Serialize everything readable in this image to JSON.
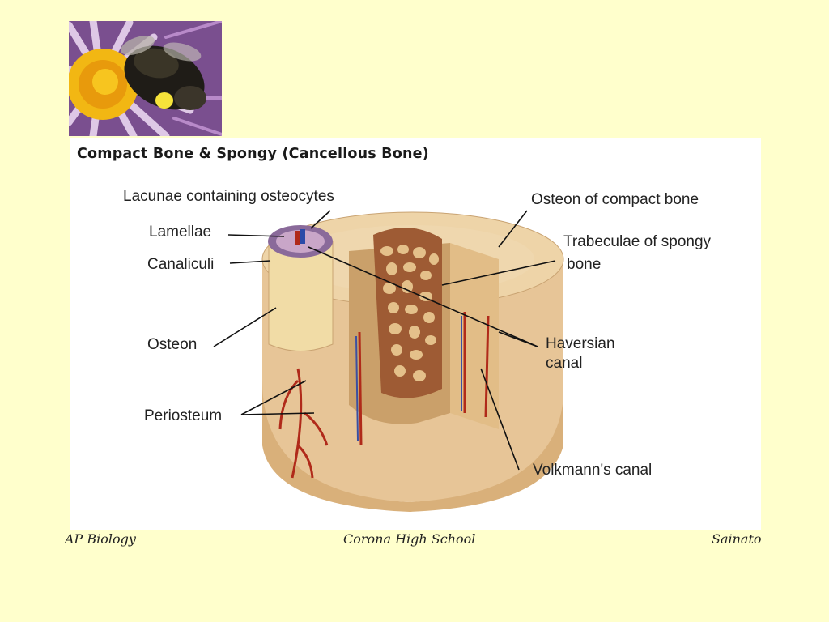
{
  "figure": {
    "title": "Compact Bone & Spongy (Cancellous Bone)",
    "labels": {
      "lacunae": "Lacunae containing osteocytes",
      "lamellae": "Lamellae",
      "canaliculi": "Canaliculi",
      "osteon": "Osteon",
      "periosteum": "Periosteum",
      "osteon_compact": "Osteon of compact bone",
      "trabeculae_line1": "Trabeculae of  spongy",
      "trabeculae_line2": "bone",
      "haversian_line1": "Haversian",
      "haversian_line2": "canal",
      "volkmann": "Volkmann's canal"
    }
  },
  "footer": {
    "left": "AP Biology",
    "center": "Corona High School",
    "right": "Sainato"
  },
  "colors": {
    "background": "#ffffcc",
    "bone": "#e6c99a",
    "vessel": "#b02a1a"
  }
}
